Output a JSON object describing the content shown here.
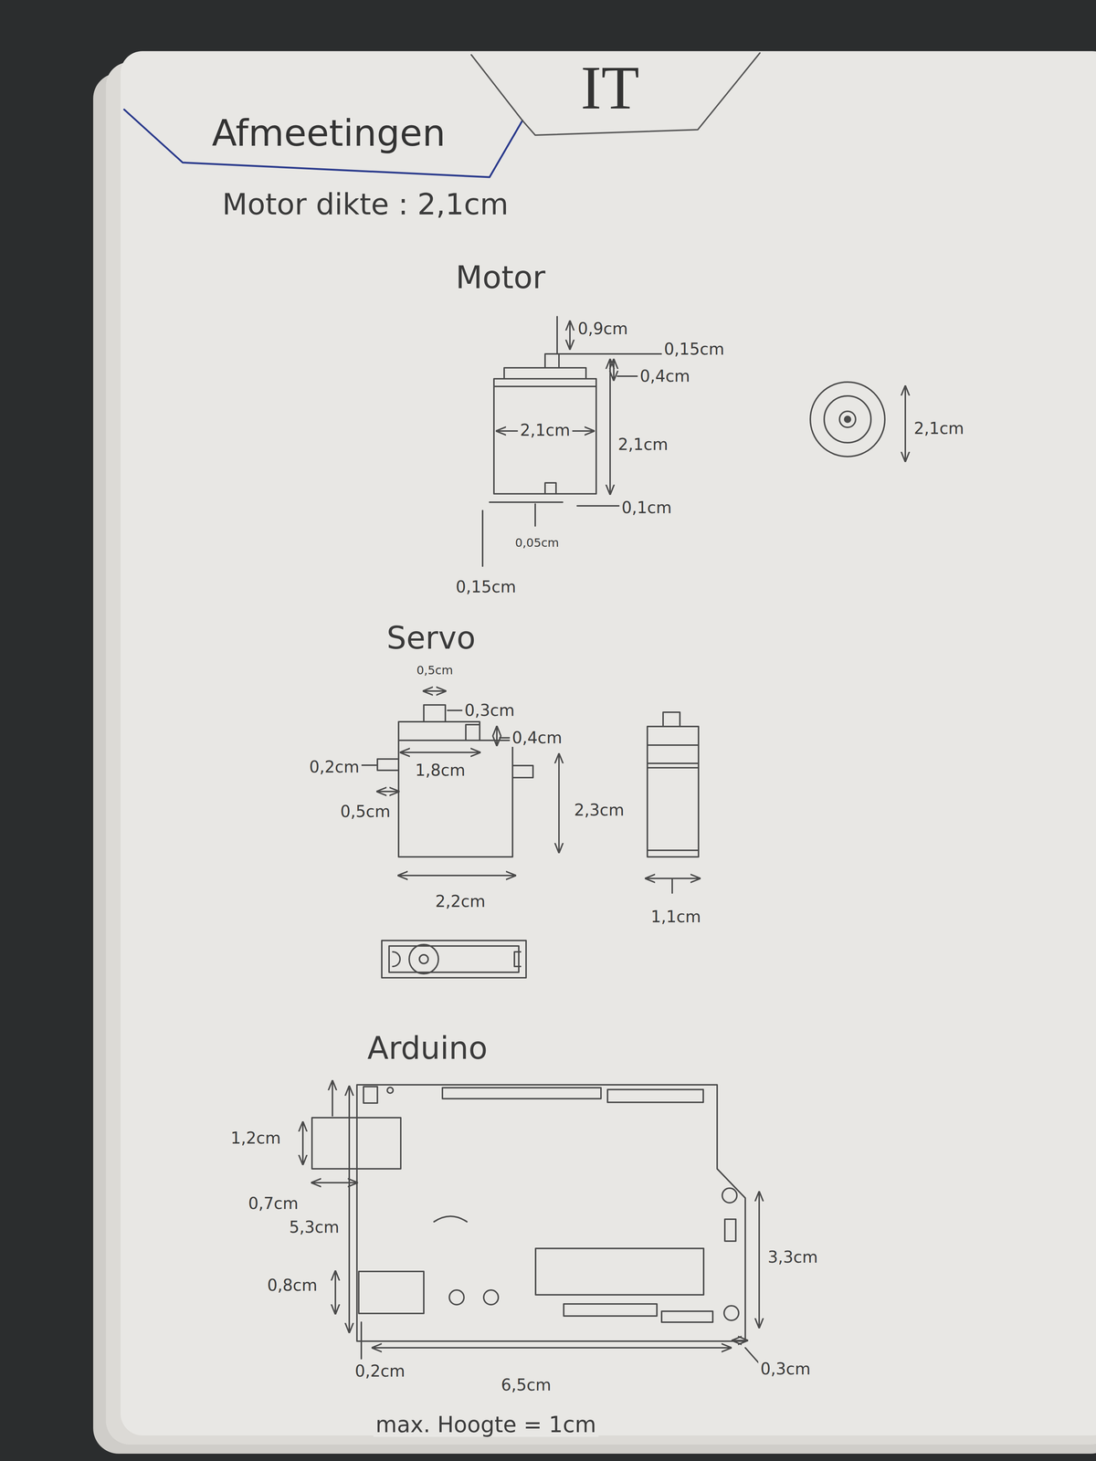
{
  "diagram": {
    "nodes": [
      {
        "text": [
          "Afmeetingen"
        ]
      },
      {
        "text": [
          "IT"
        ]
      }
    ],
    "labels": [
      "Motor dikte : 2,1cm",
      "Motor",
      "0,9cm",
      "0,15cm",
      "0,4cm",
      "2,1cm",
      "2,1cm",
      "0,1cm",
      "0,05cm",
      "0,15cm",
      "2,1cm",
      "Servo",
      "0,5cm",
      "0,3cm",
      "0,4cm",
      "1,8cm",
      "0,2cm",
      "0,5cm",
      "2,3cm",
      "2,2cm",
      "1,1cm",
      "Arduino",
      "1,2cm",
      "0,7cm",
      "5,3cm",
      "0,8cm",
      "0,2cm",
      "6,5cm",
      "0,3cm",
      "3,3cm",
      "max. Hoogte = 1cm"
    ]
  }
}
